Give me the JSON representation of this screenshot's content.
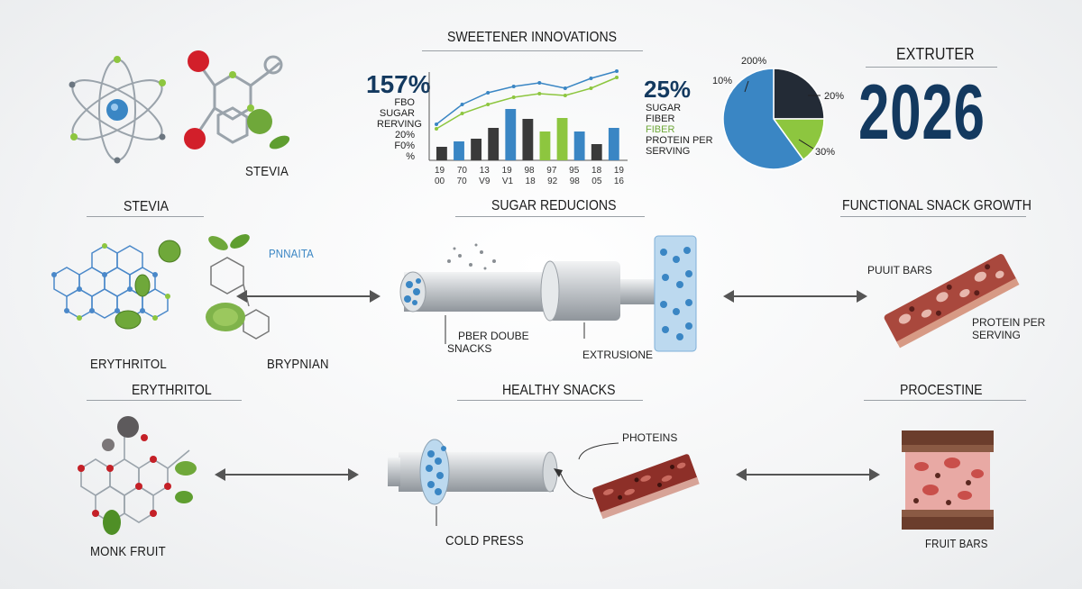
{
  "chart_data": {
    "type": "bar",
    "title": "SWEETENER INNOVATIONS",
    "left_stat": "157%",
    "left_labels": [
      "FBO",
      "SUGAR",
      "RERVING",
      "20%",
      "F0%",
      "%"
    ],
    "right_stat": "25%",
    "right_labels": [
      "SUGAR",
      "FIBER",
      "FIBER",
      "PROTEIN PER",
      "SERVING"
    ],
    "x_ticks_top": [
      "19",
      "70",
      "13",
      "19",
      "98",
      "97",
      "95",
      "18",
      "19"
    ],
    "x_ticks_bottom": [
      "00",
      "70",
      "V9",
      "V1",
      "18",
      "92",
      "98",
      "05",
      "16"
    ],
    "bar_colors": [
      "#3a3a3a",
      "#3a86c4",
      "#3a3a3a",
      "#3a3a3a",
      "#3a86c4",
      "#3a3a3a",
      "#8dc63f",
      "#8dc63f",
      "#3a86c4",
      "#3a3a3a",
      "#3a86c4"
    ],
    "values": [
      15,
      21,
      24,
      36,
      57,
      46,
      32,
      47,
      32,
      18,
      36
    ],
    "line_blue": [
      40,
      62,
      75,
      82,
      86,
      80,
      91,
      99
    ],
    "line_green": [
      35,
      52,
      62,
      70,
      74,
      72,
      80,
      92
    ]
  },
  "pie": {
    "labels": [
      "200%",
      "10%",
      "20%",
      "30%"
    ],
    "slices": [
      {
        "value": 25,
        "color": "#232b36"
      },
      {
        "value": 15,
        "color": "#8dc63f"
      },
      {
        "value": 60,
        "color": "#3a86c4"
      }
    ]
  },
  "brand": {
    "name": "EXTRUTER",
    "year": "2026"
  },
  "sections": {
    "stevia_small": "STEVIA",
    "stevia": "STEVIA",
    "sugar_reductions": "SUGAR REDUCIONS",
    "functional": "FUNCTIONAL SNACK GROWTH",
    "erythritol_label": "ERYTHRITOL",
    "erythritol_title": "ERYTHRITOL",
    "healthy": "HEALTHY SNACKS",
    "procestine": "PROCESTINE"
  },
  "labels": {
    "pnnaita": "PNNAITA",
    "brypnian": "BRYPNIAN",
    "fiber_double": "PBER DOUBE",
    "snacks": "SNACKS",
    "extrusion": "EXTRUSIONE",
    "puuit_bars": "PUUIT BARS",
    "protein_per": "PROTEIN PER",
    "serving": "SERVING",
    "proteins": "PHOTEINS",
    "cold_press": "COLD PRESS",
    "monk_fruit": "MONK FRUIT",
    "fruit_bars": "FRUIT BARS"
  }
}
